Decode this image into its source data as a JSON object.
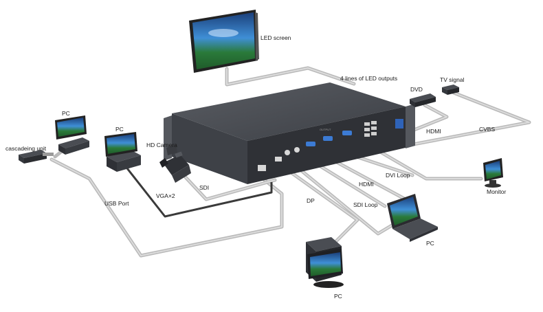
{
  "colors": {
    "cable": "#b9b9b9",
    "device_dark": "#2f3136",
    "device_mid": "#4a4d53",
    "screen_blue": "#2b6fb8",
    "background": "#ffffff"
  },
  "labels": {
    "led_screen": "LED screen",
    "led_outputs": "4 lines of LED outputs",
    "dvd": "DVD",
    "tv_signal": "TV signal",
    "hdmi_top": "HDMI",
    "cvbs": "CVBS",
    "pc_left": "PC",
    "pc_center": "PC",
    "cascading_unit": "cascadeing unit",
    "hd_camera": "HD Camera",
    "usb_port": "USB Port",
    "vga": "VGA×2",
    "sdi": "SDI",
    "dvi_loop": "DVI Loop",
    "hdmi_mid": "HDMI",
    "dp": "DP",
    "sdi_loop": "SDI Loop",
    "monitor": "Monitor",
    "laptop_pc": "PC",
    "desktop_pc": "PC"
  },
  "icons": {
    "led_screen": "led-screen-icon",
    "processor": "video-processor-icon",
    "dvd": "dvd-player-icon",
    "tv": "tv-signal-box-icon",
    "pc": "desktop-pc-icon",
    "cascading": "cascading-unit-icon",
    "camera": "hd-camera-icon",
    "monitor": "monitor-icon",
    "laptop": "laptop-icon",
    "desktop": "desktop-tower-icon"
  }
}
